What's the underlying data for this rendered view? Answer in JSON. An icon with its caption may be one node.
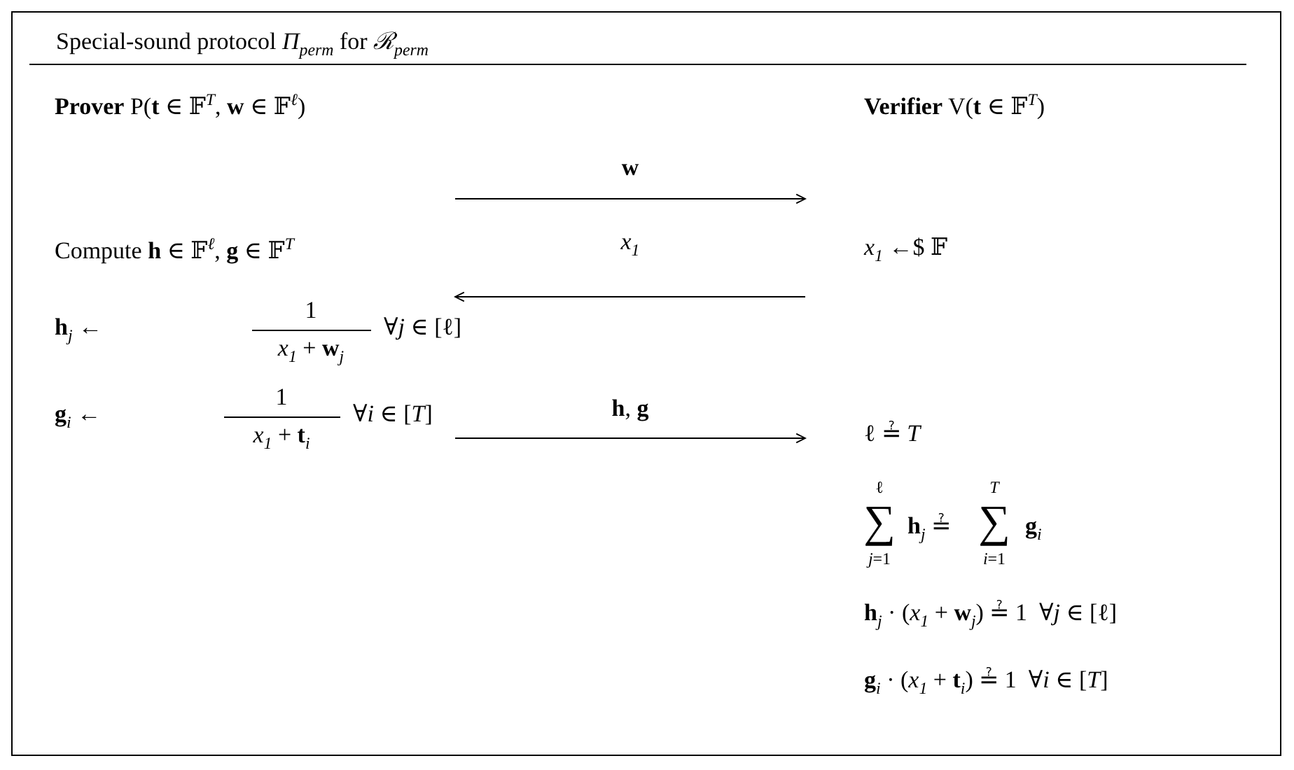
{
  "diagram": {
    "title": "Special-sound protocol *Π*$_{perm}$ for *ℛ*$_{perm}$",
    "labels": [
      "**Prover** P(**t** ∈ 𝔽$^{T}$, **w** ∈ 𝔽$^{ℓ}$)",
      "**Verifier** V(**t** ∈ 𝔽$^{T}$)",
      "**w**",
      "Compute **h** ∈ 𝔽$^{ℓ}$, **g** ∈ 𝔽$^{T}$",
      "*x*$_{1}$",
      "*x*$_{1}$ ←$ 𝔽",
      "**h**$_{j}$ ←",
      "1",
      "*x*$_{1}$ + **w**$_{j}$",
      "∀*j* ∈ [ℓ]",
      "**g**$_{i}$ ←",
      "1",
      "*x*$_{1}$ + **t**$_{i}$",
      "∀*i* ∈ [*T*]",
      "**h**, **g**",
      "ℓ ≟ *T*",
      "ℓ",
      "∑",
      "*j*=1",
      "**h**$_{j}$ ≟",
      "*T*",
      "∑",
      "*i*=1",
      "**g**$_{i}$",
      "**h**$_{j}$ · (*x*$_{1}$ + **w**$_{j}$) ≟ 1  ∀*j* ∈ [ℓ]",
      "**g**$_{i}$ · (*x*$_{1}$ + **t**$_{i}$) ≟ 1  ∀*i* ∈ [*T*]"
    ]
  }
}
